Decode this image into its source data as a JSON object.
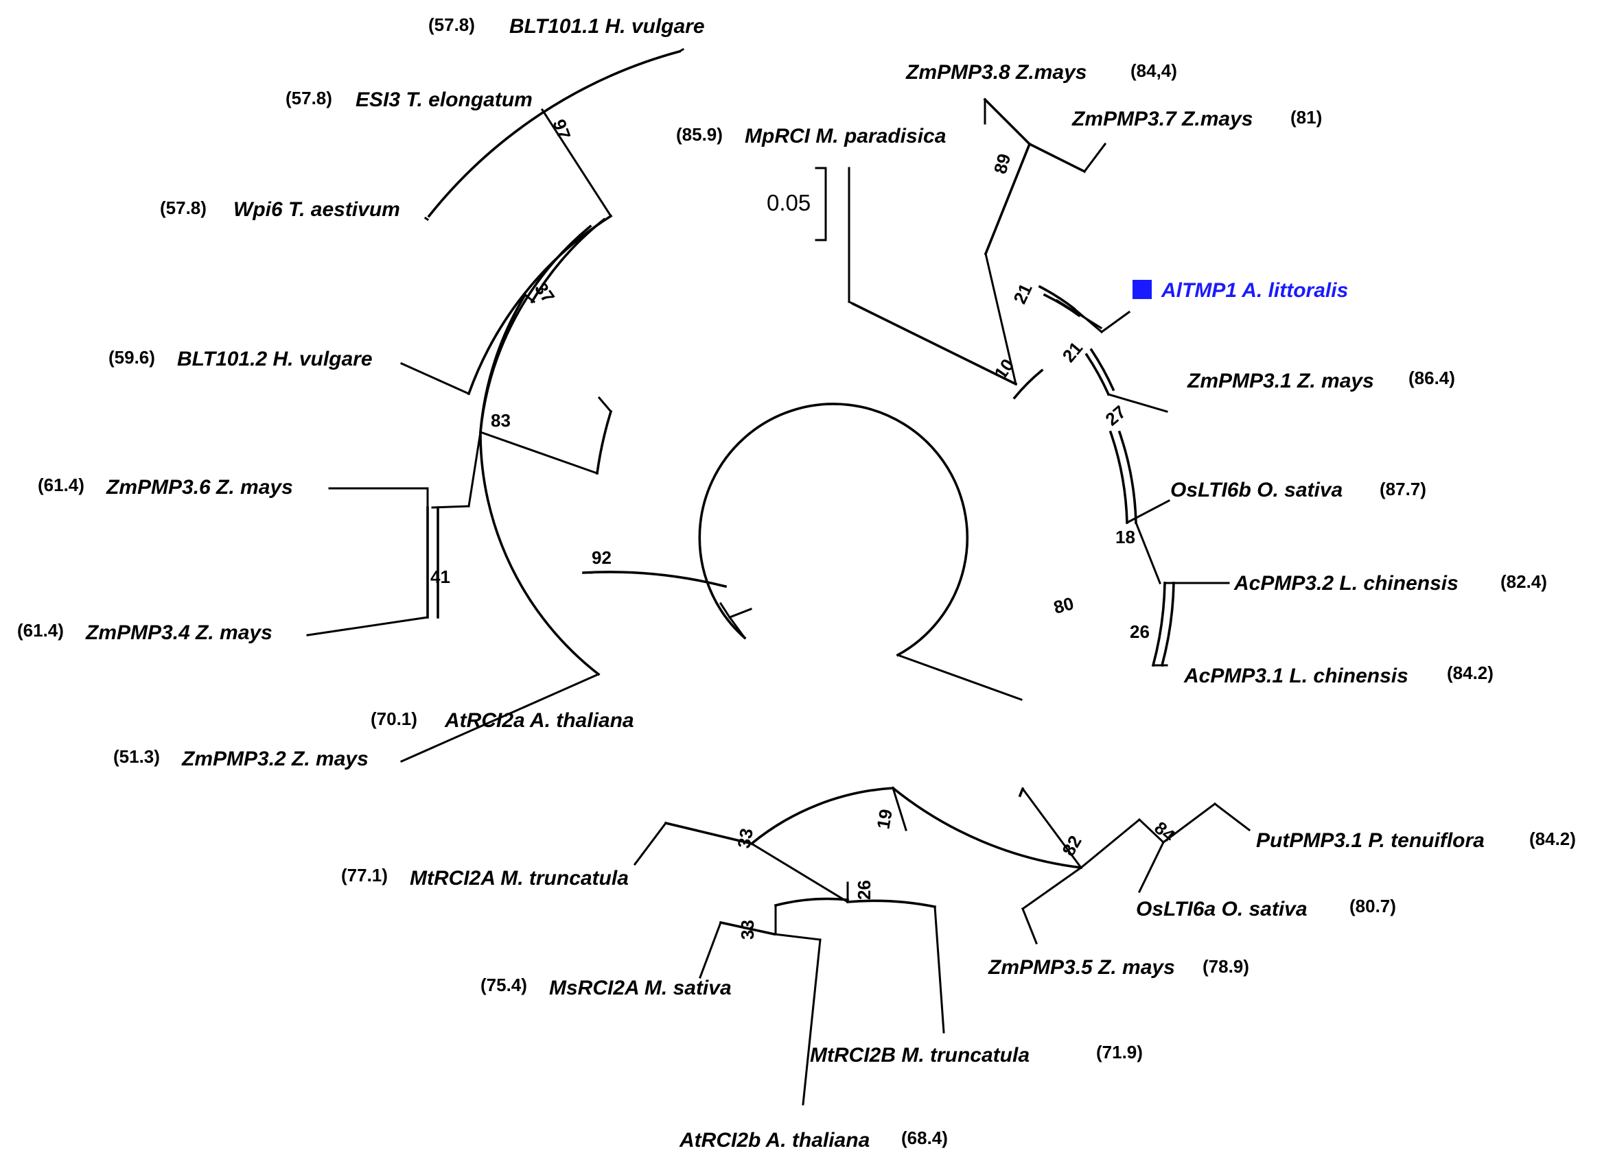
{
  "scale_label": "0.05",
  "highlight_color": "#1a1aff",
  "marker_icon": "square-marker-icon",
  "taxa": [
    {
      "id": "blt1011",
      "name": "BLT101.1 H. vulgare",
      "value": "(57.8)"
    },
    {
      "id": "esi3",
      "name": "ESI3 T. elongatum",
      "value": "(57.8)"
    },
    {
      "id": "wpi6",
      "name": "Wpi6 T. aestivum",
      "value": "(57.8)"
    },
    {
      "id": "blt1012",
      "name": "BLT101.2 H. vulgare",
      "value": "(59.6)"
    },
    {
      "id": "zmpmp36",
      "name": "ZmPMP3.6 Z. mays",
      "value": "(61.4)"
    },
    {
      "id": "zmpmp34",
      "name": "ZmPMP3.4 Z. mays",
      "value": "(61.4)"
    },
    {
      "id": "atrci2a",
      "name": "AtRCI2a A. thaliana",
      "value": "(70.1)"
    },
    {
      "id": "zmpmp32",
      "name": "ZmPMP3.2 Z. mays",
      "value": "(51.3)"
    },
    {
      "id": "mprci",
      "name": "MpRCI M. paradisica",
      "value": "(85.9)"
    },
    {
      "id": "zmpmp38",
      "name": "ZmPMP3.8 Z.mays",
      "value": "(84,4)"
    },
    {
      "id": "zmpmp37",
      "name": "ZmPMP3.7 Z.mays",
      "value": "(81)"
    },
    {
      "id": "altmp1",
      "name": "AlTMP1 A. littoralis",
      "value": ""
    },
    {
      "id": "zmpmp31",
      "name": "ZmPMP3.1 Z. mays",
      "value": "(86.4)"
    },
    {
      "id": "oslti6b",
      "name": "OsLTI6b O. sativa",
      "value": "(87.7)"
    },
    {
      "id": "acpmp32",
      "name": "AcPMP3.2 L. chinensis",
      "value": "(82.4)"
    },
    {
      "id": "acpmp31",
      "name": "AcPMP3.1 L. chinensis",
      "value": "(84.2)"
    },
    {
      "id": "putpmp31",
      "name": "PutPMP3.1 P. tenuiflora",
      "value": "(84.2)"
    },
    {
      "id": "oslti6a",
      "name": "OsLTI6a O. sativa",
      "value": "(80.7)"
    },
    {
      "id": "zmpmp35",
      "name": "ZmPMP3.5 Z. mays",
      "value": "(78.9)"
    },
    {
      "id": "mtrci2a",
      "name": "MtRCI2A M. truncatula",
      "value": "(77.1)"
    },
    {
      "id": "msrci2a",
      "name": "MsRCI2A M. sativa",
      "value": "(75.4)"
    },
    {
      "id": "mtrci2b",
      "name": "MtRCI2B M. truncatula",
      "value": "(71.9)"
    },
    {
      "id": "atrci2b",
      "name": "AtRCI2b A. thaliana",
      "value": "(68.4)"
    }
  ],
  "bootstrap": [
    "97",
    "37",
    "83",
    "41",
    "92",
    "89",
    "21",
    "21",
    "10",
    "27",
    "18",
    "26",
    "80",
    "19",
    "82",
    "84",
    "33",
    "33",
    "26"
  ]
}
